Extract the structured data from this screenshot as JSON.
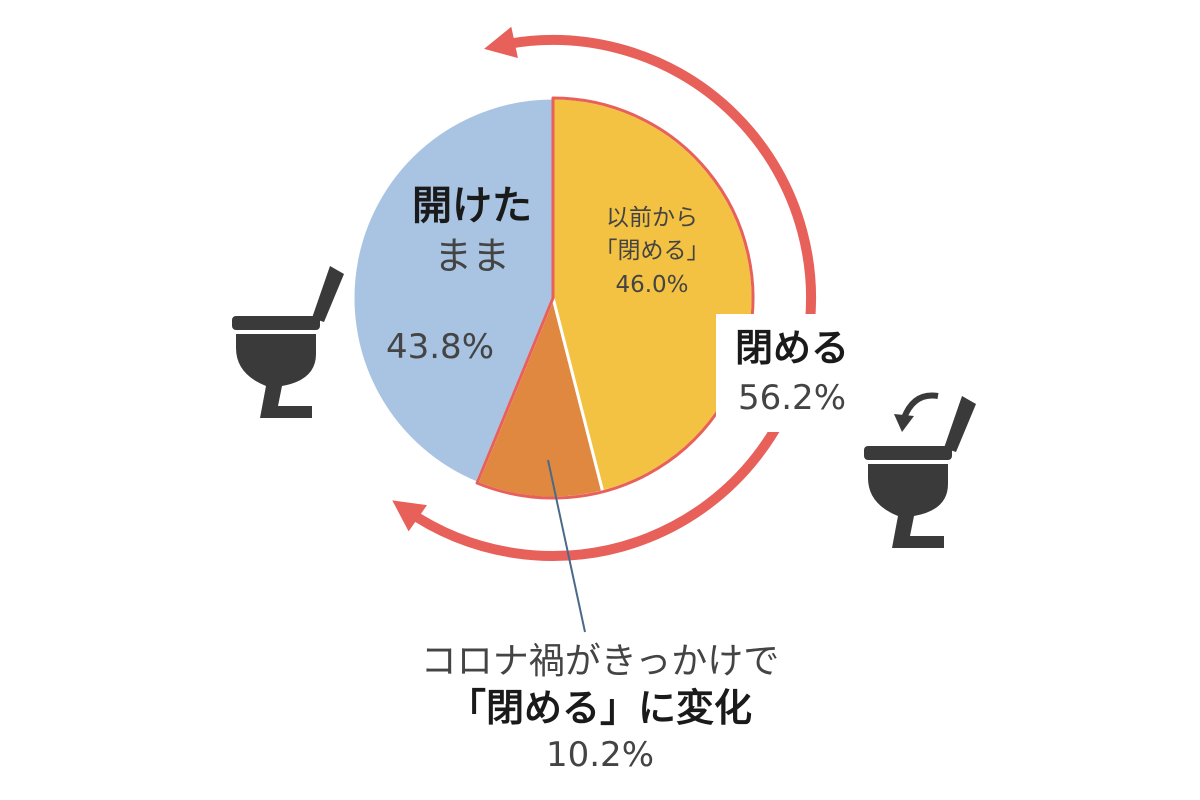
{
  "chart_data": {
    "type": "pie",
    "slices": [
      {
        "label_lines": [
          "以前から",
          "「閉める」"
        ],
        "value": 46.0,
        "value_text": "46.0%",
        "color": "#f4c242"
      },
      {
        "label_lines": [
          "コロナ禍がきっかけで",
          "「閉める」に変化"
        ],
        "value": 10.2,
        "value_text": "10.2%",
        "color": "#e08840"
      },
      {
        "label_lines": [
          "開けた",
          "まま"
        ],
        "value": 43.8,
        "value_text": "43.8%",
        "color": "#a8c4e2"
      }
    ],
    "group": {
      "label": "閉める",
      "value": 56.2,
      "value_text": "56.2%",
      "color": "#e8605a"
    }
  },
  "icons": {
    "left": "toilet-lid-open-icon",
    "right": "toilet-lid-closing-icon"
  },
  "colors": {
    "arrow": "#e8605a",
    "slice_border": "#e8605a",
    "leader_line": "#4a6a8a",
    "icon": "#3a3a3a"
  }
}
